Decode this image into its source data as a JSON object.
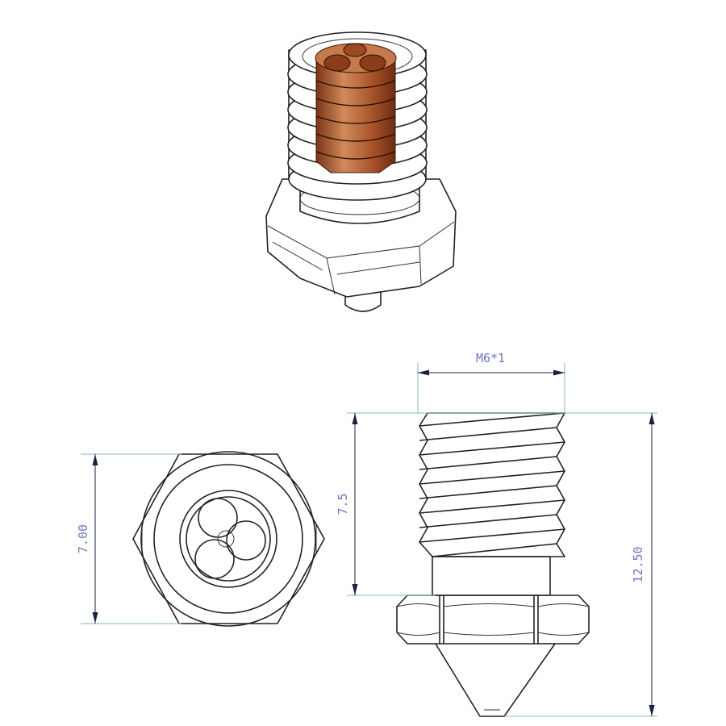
{
  "dimensions": {
    "thread": "M6*1",
    "thread_length": "7.5",
    "total_length": "12.50",
    "hex_size": "7.00"
  },
  "colors": {
    "dimension_line": "#86b9bb",
    "dimension_text": "#7373c6",
    "copper": "#b5643a"
  }
}
